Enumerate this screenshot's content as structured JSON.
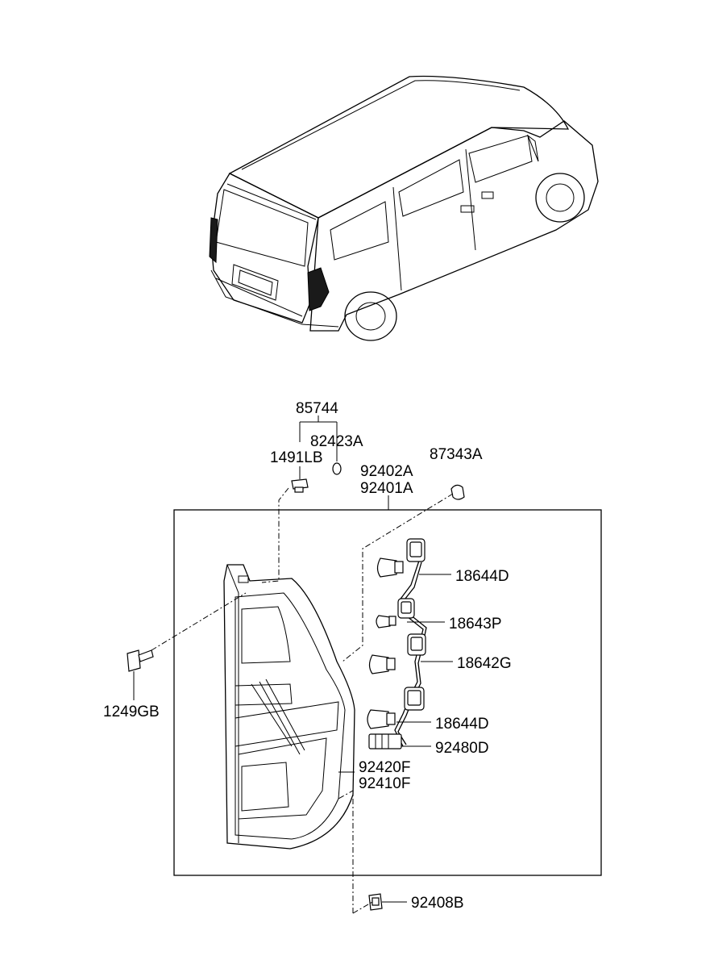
{
  "labels": {
    "p85744": "85744",
    "p82423A": "82423A",
    "p1491LB": "1491LB",
    "p87343A": "87343A",
    "p92402A": "92402A",
    "p92401A": "92401A",
    "p18644D_top": "18644D",
    "p18643P": "18643P",
    "p18642G": "18642G",
    "p18644D_bottom": "18644D",
    "p92480D": "92480D",
    "p92420F": "92420F",
    "p92410F": "92410F",
    "p1249GB": "1249GB",
    "p92408B": "92408B"
  }
}
